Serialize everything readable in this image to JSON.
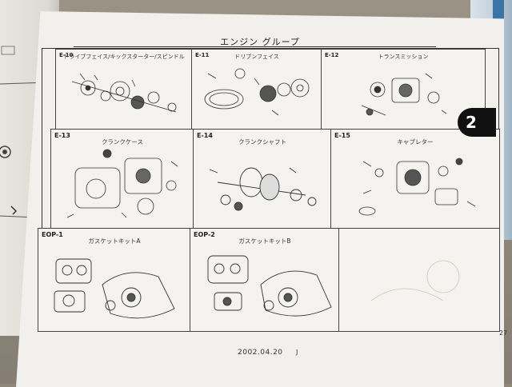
{
  "page": {
    "title": "エンジン グループ",
    "tab_number": "2",
    "page_number": "27",
    "date": "2002.04.20",
    "footer_mark": "J"
  },
  "sections": [
    {
      "code": "E-10",
      "name": "ドライブフェイス/キックスターター/スピンドル"
    },
    {
      "code": "E-11",
      "name": "ドリブンフェイス"
    },
    {
      "code": "E-12",
      "name": "トランスミッション"
    },
    {
      "code": "E-13",
      "name": "クランクケース"
    },
    {
      "code": "E-14",
      "name": "クランクシャフト"
    },
    {
      "code": "E-15",
      "name": "キャブレター"
    },
    {
      "code": "EOP-1",
      "name": "ガスケットキットA"
    },
    {
      "code": "EOP-2",
      "name": "ガスケットキットB"
    },
    {
      "code": "",
      "name": ""
    }
  ]
}
